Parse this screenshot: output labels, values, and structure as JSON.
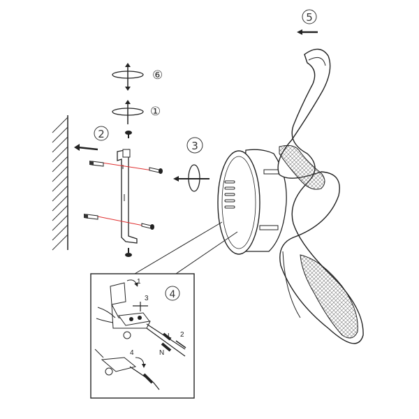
{
  "steps": {
    "s1": "①",
    "s2": "2",
    "s3": "3",
    "s4": "4",
    "s5": "5",
    "s6": "⑥"
  },
  "inset": {
    "n1": "1",
    "n2": "2",
    "n3": "3",
    "n4": "4",
    "wire_l": "L",
    "wire_n": "N"
  },
  "colors": {
    "line": "#222222",
    "wall_hatch": "#333333",
    "red_guide": "#e03030",
    "mesh": "#444444"
  }
}
